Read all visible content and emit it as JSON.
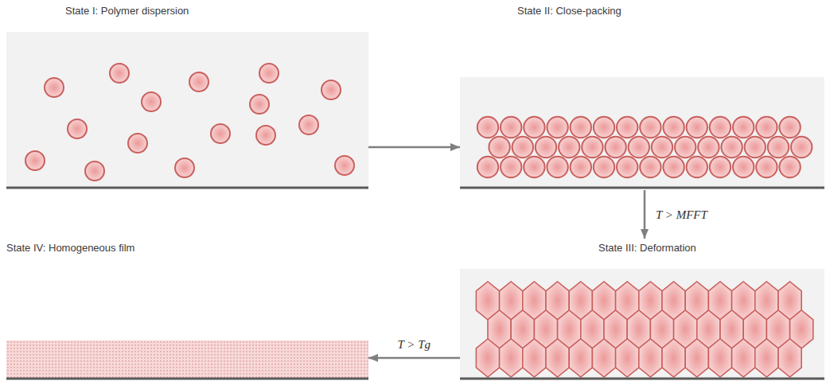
{
  "diagram": {
    "nodes": [
      {
        "text": [
          "State I: Polymer dispersion"
        ]
      },
      {
        "text": [
          "State II: Close-packing"
        ]
      },
      {
        "text": [
          "State III: Deformation"
        ]
      },
      {
        "text": [
          "State IV: Homogeneous film"
        ]
      }
    ],
    "edges": [
      {
        "from": 0,
        "to": 1,
        "arrow": "to"
      },
      {
        "from": 1,
        "to": 2,
        "arrow": "to",
        "label": "T > MFFT"
      },
      {
        "from": 2,
        "to": 3,
        "arrow": "to",
        "label": "T > Tg"
      }
    ]
  }
}
